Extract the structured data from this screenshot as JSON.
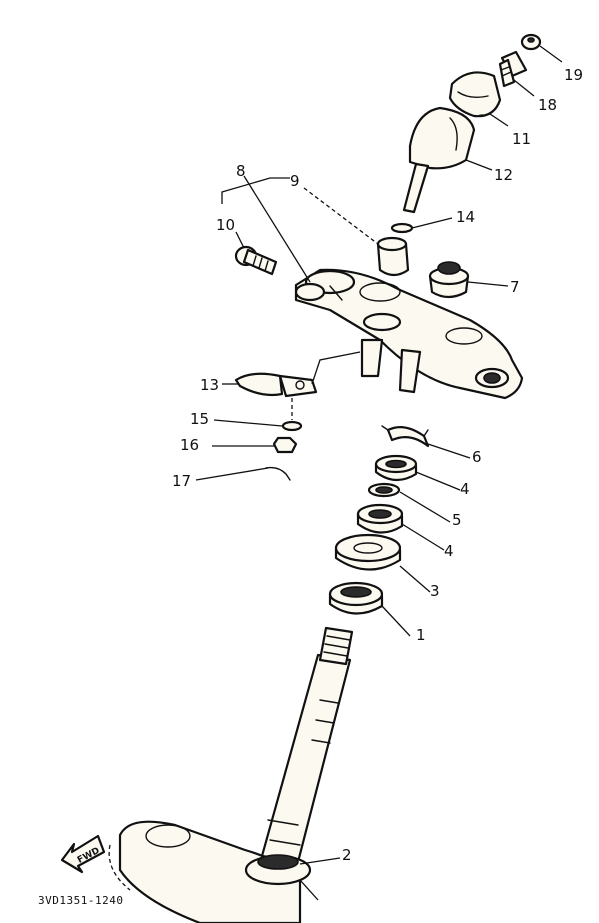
{
  "callouts": {
    "c1": "1",
    "c2": "2",
    "c3": "3",
    "c4a": "4",
    "c4b": "4",
    "c5": "5",
    "c6": "6",
    "c7": "7",
    "c8": "8",
    "c9": "9",
    "c10": "10",
    "c11": "11",
    "c12": "12",
    "c13": "13",
    "c14": "14",
    "c15": "15",
    "c16": "16",
    "c17": "17",
    "c18": "18",
    "c19": "19"
  },
  "fwd_label": "FWD",
  "reference_code": "3VD1351-1240"
}
